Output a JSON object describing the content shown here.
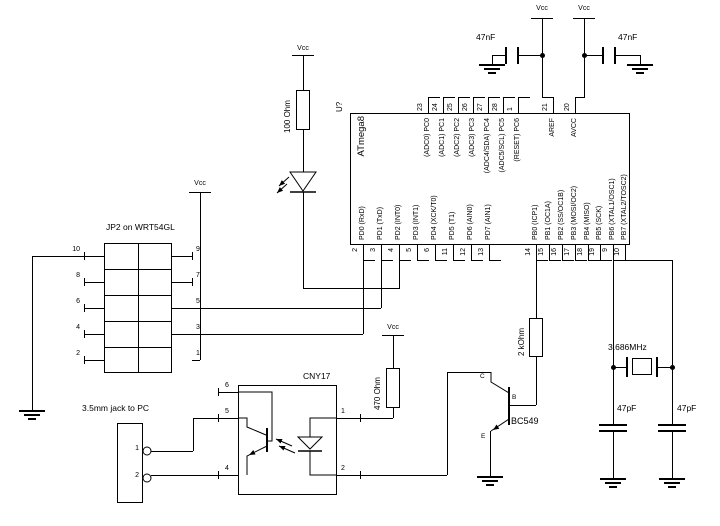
{
  "s": {
    "vcc": "Vcc",
    "u": {
      "ref": "U?",
      "name": "ATmega8",
      "bl": [
        {
          "n": "2",
          "l": "PD0 (RxD)"
        },
        {
          "n": "3",
          "l": "PD1 (TxD)"
        },
        {
          "n": "4",
          "l": "PD2 (INT0)"
        },
        {
          "n": "5",
          "l": "PD3 (INT1)"
        },
        {
          "n": "6",
          "l": "PD4 (XCK/T0)"
        },
        {
          "n": "11",
          "l": "PD5 (T1)"
        },
        {
          "n": "12",
          "l": "PD6 (AIN0)"
        },
        {
          "n": "13",
          "l": "PD7 (AIN1)"
        }
      ],
      "br": [
        {
          "n": "14",
          "l": "PB0 (ICP1)"
        },
        {
          "n": "15",
          "l": "PB1 (OC1A)"
        },
        {
          "n": "16",
          "l": "PB2 (SS/OC1B)"
        },
        {
          "n": "17",
          "l": "PB3 (MOSI/OC2)"
        },
        {
          "n": "18",
          "l": "PB4 (MISO)"
        },
        {
          "n": "19",
          "l": "PB5 (SCK)"
        },
        {
          "n": "9",
          "l": "PB6 (XTAL1/OSC1)"
        },
        {
          "n": "10",
          "l": "PB7 (XTAL2/TOSC2)"
        }
      ],
      "tl": [
        {
          "n": "23",
          "l": "(ADC0) PC0"
        },
        {
          "n": "24",
          "l": "(ADC1) PC1"
        },
        {
          "n": "25",
          "l": "(ADC2) PC2"
        },
        {
          "n": "26",
          "l": "(ADC3) PC3"
        },
        {
          "n": "27",
          "l": "(ADC4/SDA) PC4"
        },
        {
          "n": "28",
          "l": "(ADC5/SCL) PC5"
        },
        {
          "n": "1",
          "l": "(RESET) PC6"
        }
      ],
      "tr": [
        {
          "n": "21",
          "l": "AREF"
        },
        {
          "n": "20",
          "l": "AVCC"
        }
      ]
    },
    "jp2": {
      "label": "JP2 on WRT54GL",
      "ln": [
        "10",
        "8",
        "6",
        "4",
        "2"
      ],
      "rn": [
        "9",
        "7",
        "5",
        "3",
        "1"
      ]
    },
    "jack": {
      "label": "3.5mm jack to PC",
      "n1": "1",
      "n2": "2"
    },
    "opto": {
      "label": "CNY17",
      "n6": "6",
      "n5": "5",
      "n4": "4",
      "n1": "1",
      "n2": "2"
    },
    "q": {
      "label": "BC549",
      "c": "C",
      "b": "B",
      "e": "E"
    },
    "r1": "100 Ohm",
    "r2": "470 Ohm",
    "r3": "2 kOhm",
    "c_nf": "47nF",
    "c_pf": "47pF",
    "xtal": "3.686MHz"
  }
}
